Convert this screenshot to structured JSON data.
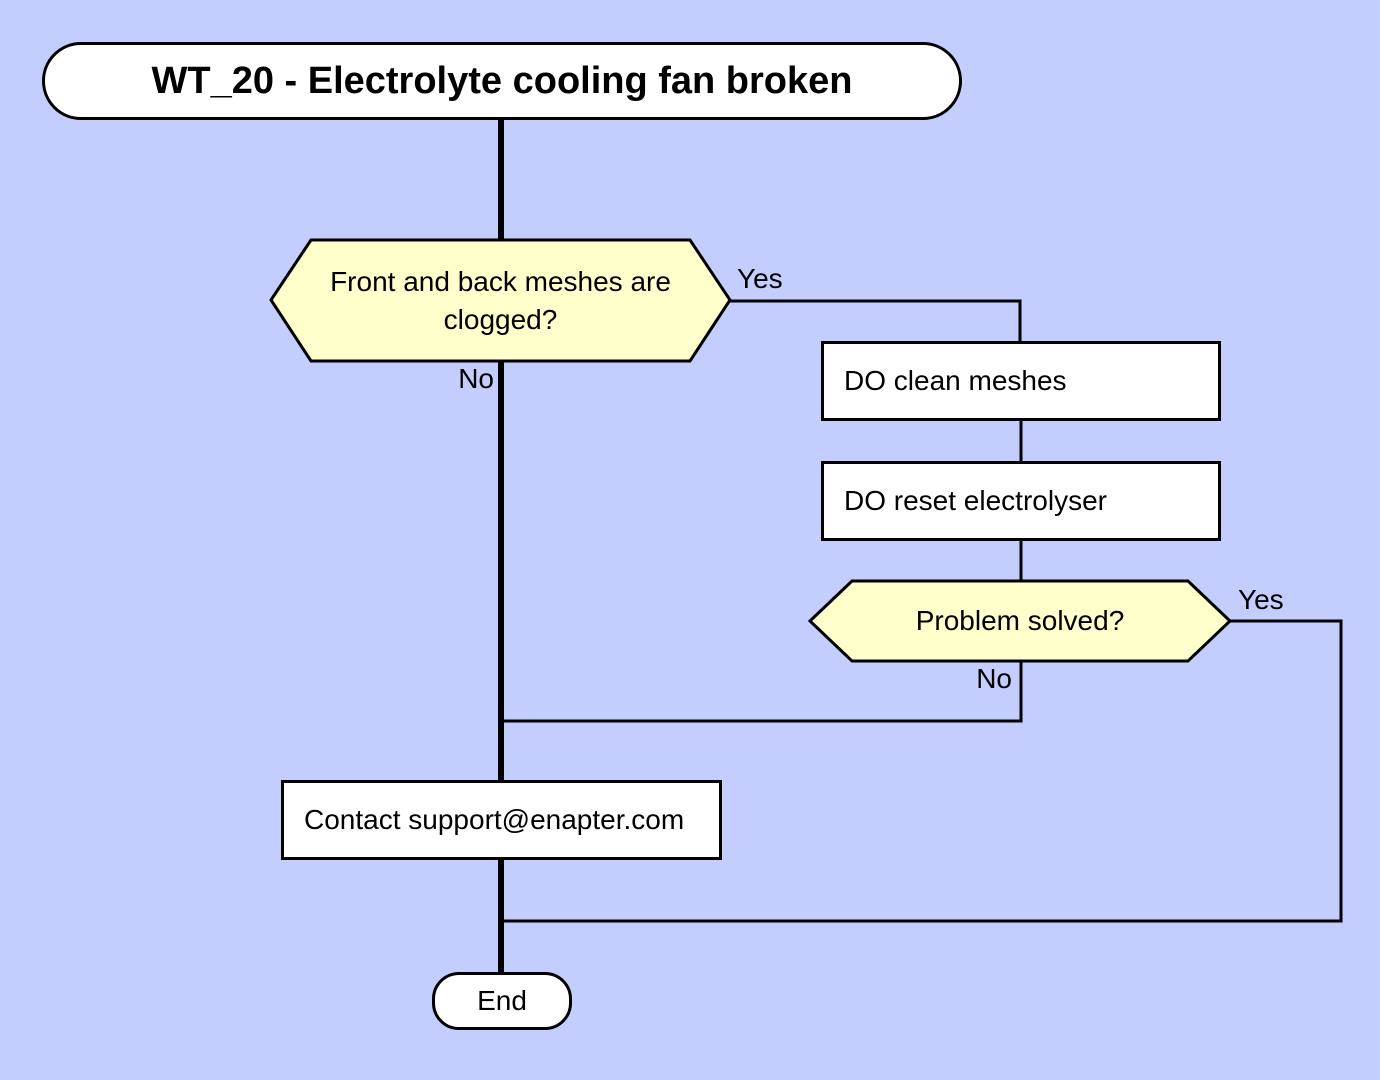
{
  "diagram": {
    "title": "WT_20 - Electrolyte cooling fan broken",
    "nodes": {
      "decision_meshes": "Front and back meshes are clogged?",
      "clean_meshes": "DO clean meshes",
      "reset_electrolyser": "DO reset electrolyser",
      "decision_solved": "Problem solved?",
      "contact_support": "Contact support@enapter.com",
      "end": "End"
    },
    "edge_labels": {
      "meshes_yes": "Yes",
      "meshes_no": "No",
      "solved_yes": "Yes",
      "solved_no": "No"
    },
    "colors": {
      "background": "#C3CEFF",
      "decision_fill": "#FFFFCC",
      "process_fill": "#FFFFFF",
      "stroke": "#000000"
    }
  }
}
